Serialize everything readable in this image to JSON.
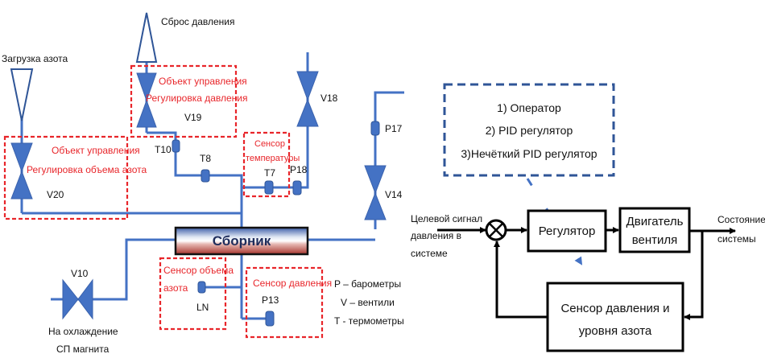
{
  "pid_diagram": {
    "vent_label": "Сброс давления",
    "nitrogen_load_label": "Загрузка азота",
    "pressure_control_box": {
      "line1": "Объект управления",
      "line2": "Регулировка давления"
    },
    "volume_control_box": {
      "line1": "Объект управления",
      "line2": "Регулировка объема азота"
    },
    "temp_sensor_box": {
      "line1": "Сенсор",
      "line2": "температуры"
    },
    "volume_sensor_box": {
      "line1": "Сенсор объема",
      "line2": "азота"
    },
    "pressure_sensor_box": {
      "line1": "Сенсор давления"
    },
    "vessel_label": "Сборник",
    "valves": {
      "v19": "V19",
      "v20": "V20",
      "v18": "V18",
      "v14": "V14",
      "v10": "V10"
    },
    "sensors": {
      "t10": "T10",
      "t8": "T8",
      "t7": "T7",
      "p18": "P18",
      "p17": "P17",
      "p13": "P13",
      "ln": "LN"
    },
    "cooling_label": {
      "line1": "На охлаждение",
      "line2": "СП магнита"
    },
    "legend": [
      "P – барометры",
      "V – вентили",
      "T - термометры"
    ],
    "colors": {
      "pipe": "#4472c4",
      "annotation": "#e8262b",
      "vessel_top": "#3c5ea8",
      "vessel_bottom": "#b5413a"
    }
  },
  "control_loop": {
    "controller_options": [
      "1) Оператор",
      "2) PID регулятор",
      "3)Нечёткий PID регулятор"
    ],
    "input_label": [
      "Целевой сигнал",
      "давления в",
      "системе"
    ],
    "regulator": "Регулятор",
    "actuator": [
      "Двигатель",
      "вентиля"
    ],
    "output_label": [
      "Состояние",
      "системы"
    ],
    "sensor_block": [
      "Сенсор давления и",
      "уровня азота"
    ],
    "colors": {
      "options_border": "#2f5597",
      "arrow": "#4472c4"
    }
  }
}
